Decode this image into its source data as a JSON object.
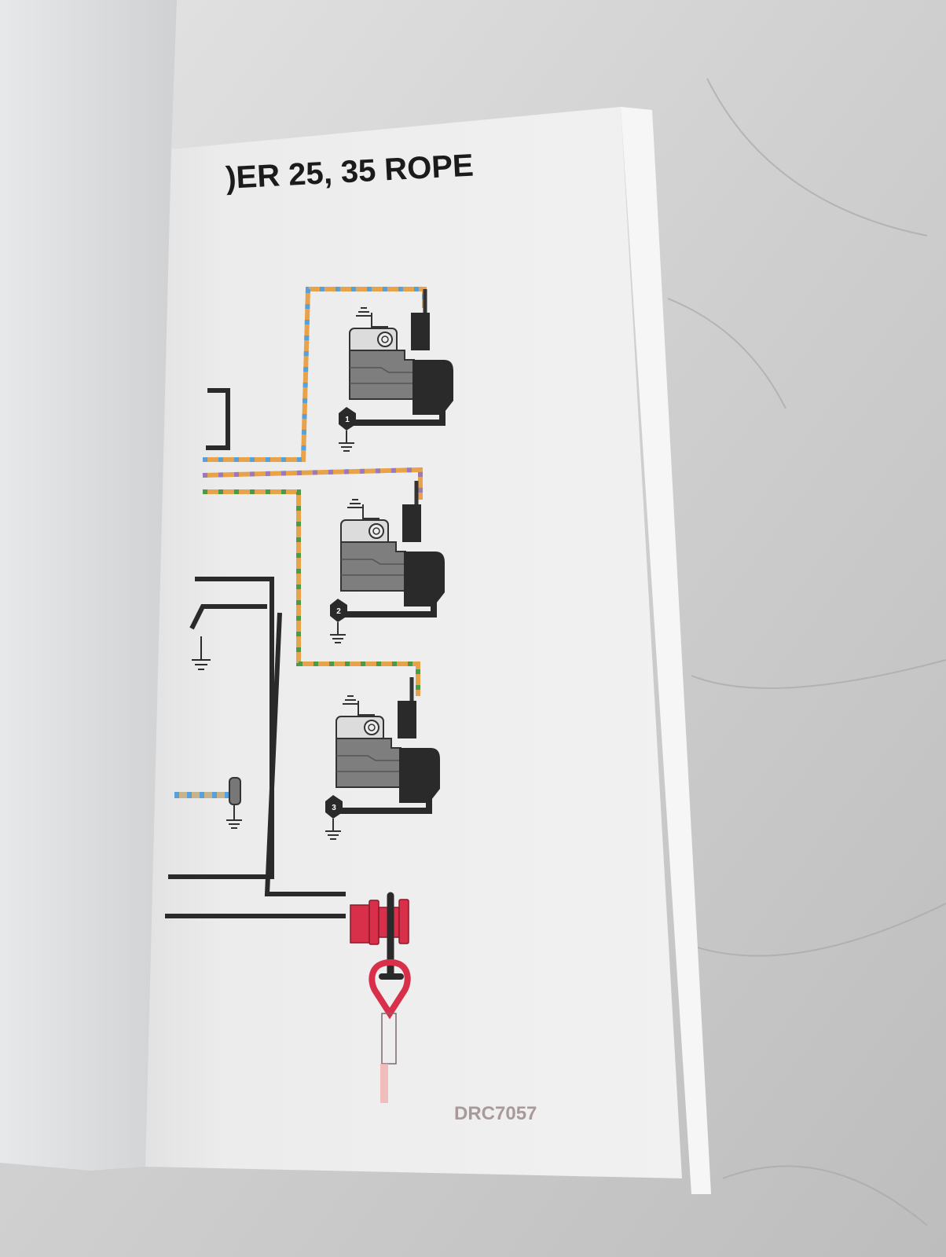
{
  "page": {
    "title_fragment": ")ER 25, 35 ROPE",
    "diagram_code": "DRC7057",
    "coils": [
      {
        "label": "1"
      },
      {
        "label": "2"
      },
      {
        "label": "3"
      }
    ],
    "colors": {
      "wire_orange": "#e8a24a",
      "stripe_blue": "#5aa0d8",
      "stripe_purple": "#9a7ab8",
      "stripe_green": "#4a9a4a",
      "wire_black": "#2a2a2a",
      "coil_gray": "#7e7e7e",
      "plug_red": "#d8304a"
    }
  }
}
